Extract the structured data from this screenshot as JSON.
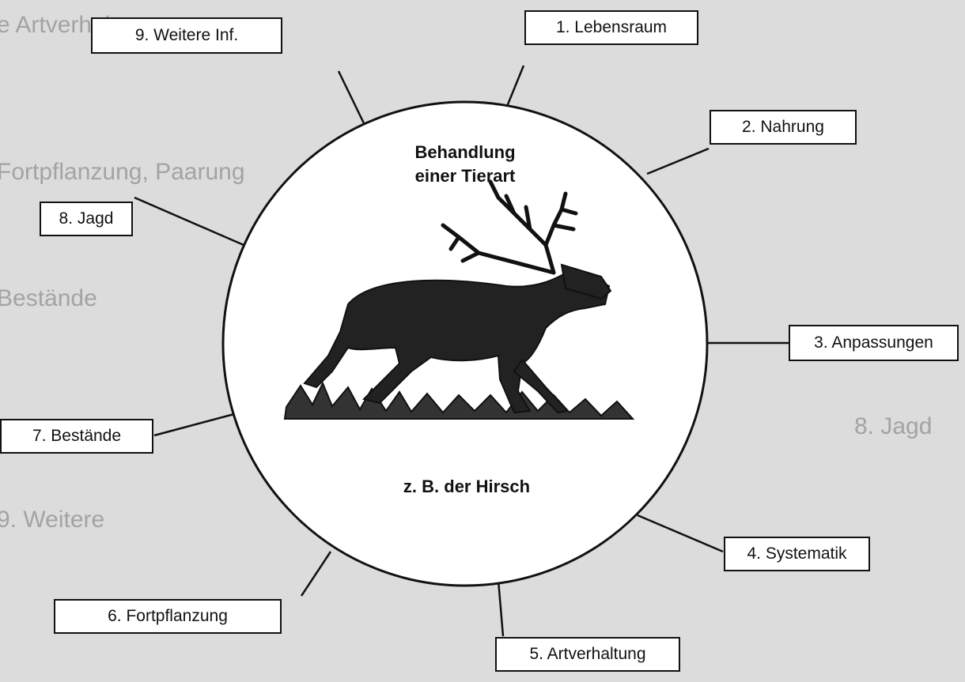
{
  "center": {
    "title_line1": "Behandlung",
    "title_line2": "einer Tierart",
    "caption": "z. B. der Hirsch",
    "illustration": "deer-stag-illustration"
  },
  "boxes": [
    {
      "id": "lebensraum",
      "label": "1. Lebensraum"
    },
    {
      "id": "nahrung",
      "label": "2. Nahrung"
    },
    {
      "id": "anpassungen",
      "label": "3. Anpassungen"
    },
    {
      "id": "systematik",
      "label": "4. Systematik"
    },
    {
      "id": "artverhaltung",
      "label": "5. Artverhaltung"
    },
    {
      "id": "fortpflanzung",
      "label": "6. Fortpflanzung"
    },
    {
      "id": "bestaende",
      "label": "7. Bestände"
    },
    {
      "id": "jagd",
      "label": "8. Jagd"
    },
    {
      "id": "weitere",
      "label": "9. Weitere Inf."
    }
  ],
  "background_text": [
    "e Artverhalten",
    "Fortpflanzung, Paarung",
    "Bestände",
    "8. Jagd",
    "9. Weitere"
  ],
  "colors": {
    "background": "#dcdcdc",
    "ink": "#111111",
    "box_fill": "#ffffff"
  }
}
